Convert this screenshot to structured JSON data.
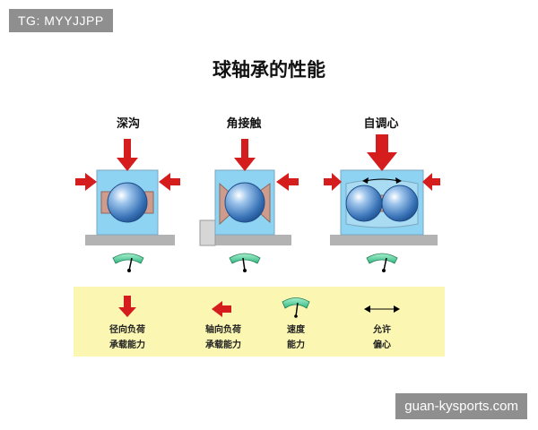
{
  "tag": "TG: MYYJJPP",
  "title": "球轴承的性能",
  "bearings": [
    {
      "label": "深沟"
    },
    {
      "label": "角接触"
    },
    {
      "label": "自调心"
    }
  ],
  "legend": [
    {
      "line1": "径向负荷",
      "line2": "承载能力",
      "icon": "red-down-arrow-icon"
    },
    {
      "line1": "轴向负荷",
      "line2": "承载能力",
      "icon": "red-left-arrow-icon"
    },
    {
      "line1": "速度",
      "line2": "能力",
      "icon": "speed-gauge-icon"
    },
    {
      "line1": "允许",
      "line2": "偏心",
      "icon": "double-arrow-icon"
    }
  ],
  "colors": {
    "arrow": "#d51d1d",
    "housing": "#8ed3f2",
    "ring": "#cf9b8c",
    "base": "#b3b3b3",
    "legend_bg": "#fbf7b2",
    "gauge": "#4fd09a"
  },
  "watermark": "guan-kysports.com"
}
